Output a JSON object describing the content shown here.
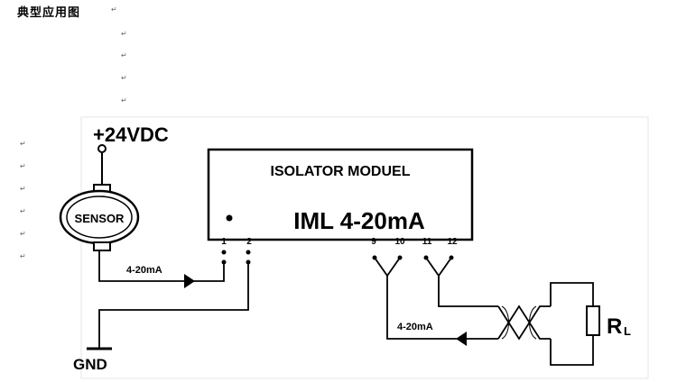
{
  "heading": "典型应用图",
  "return_mark": "↵",
  "diagram": {
    "supply_label": "+24VDC",
    "sensor_label": "SENSOR",
    "module_title": "ISOLATOR MODUEL",
    "module_model": "IML 4-20mA",
    "pins": [
      "1",
      "2",
      "9",
      "10",
      "11",
      "12"
    ],
    "input_current_label": "4-20mA",
    "output_current_label": "4-20mA",
    "ground_label": "GND",
    "load_label": "R",
    "load_subscript": "L"
  }
}
